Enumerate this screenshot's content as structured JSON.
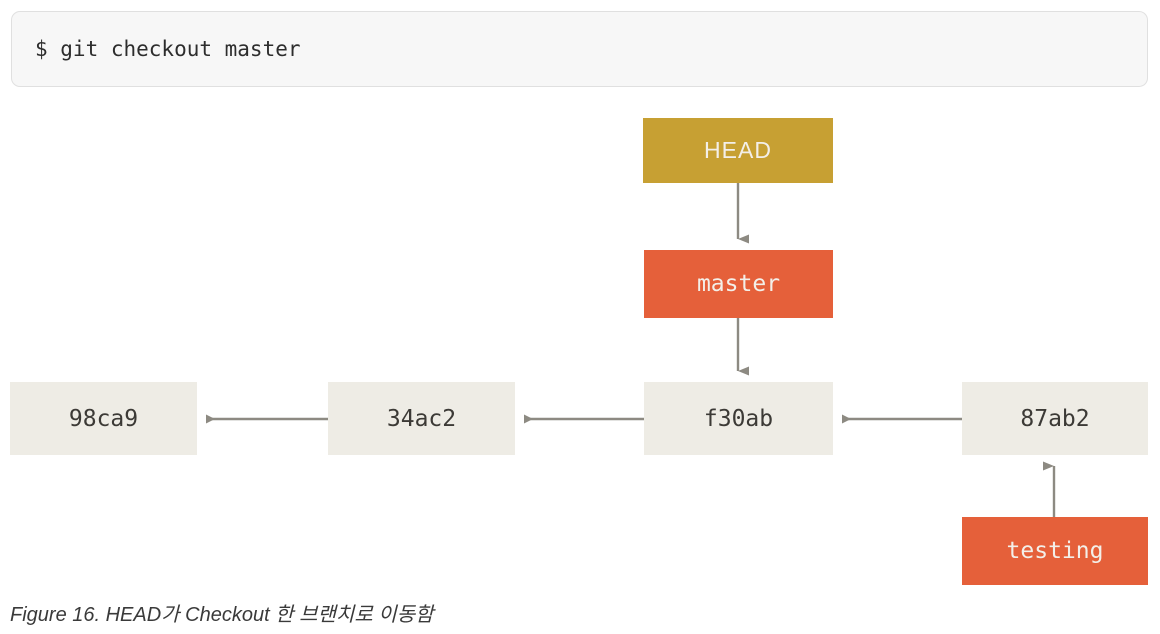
{
  "code_block": {
    "prompt": "$",
    "command": "git checkout master",
    "line": "$ git checkout master"
  },
  "diagram": {
    "title": "git branch/HEAD pointer diagram",
    "nodes": [
      {
        "id": "98ca9",
        "label": "98ca9",
        "type": "commit",
        "color": "#eeece5"
      },
      {
        "id": "34ac2",
        "label": "34ac2",
        "type": "commit",
        "color": "#eeece5"
      },
      {
        "id": "f30ab",
        "label": "f30ab",
        "type": "commit",
        "color": "#eeece5"
      },
      {
        "id": "87ab2",
        "label": "87ab2",
        "type": "commit",
        "color": "#eeece5"
      },
      {
        "id": "master",
        "label": "master",
        "type": "branch",
        "color": "#e5603a"
      },
      {
        "id": "testing",
        "label": "testing",
        "type": "branch",
        "color": "#e5603a"
      },
      {
        "id": "HEAD",
        "label": "HEAD",
        "type": "head",
        "color": "#c7a033"
      }
    ],
    "edges": [
      {
        "from": "HEAD",
        "to": "master",
        "direction": "down"
      },
      {
        "from": "master",
        "to": "f30ab",
        "direction": "down"
      },
      {
        "from": "testing",
        "to": "87ab2",
        "direction": "up"
      },
      {
        "from": "34ac2",
        "to": "98ca9",
        "direction": "left"
      },
      {
        "from": "f30ab",
        "to": "34ac2",
        "direction": "left"
      },
      {
        "from": "87ab2",
        "to": "f30ab",
        "direction": "left"
      }
    ],
    "arrow_color": "#8d8a82"
  },
  "caption": {
    "text": "Figure 16. HEAD가 Checkout 한 브랜치로 이동함"
  }
}
